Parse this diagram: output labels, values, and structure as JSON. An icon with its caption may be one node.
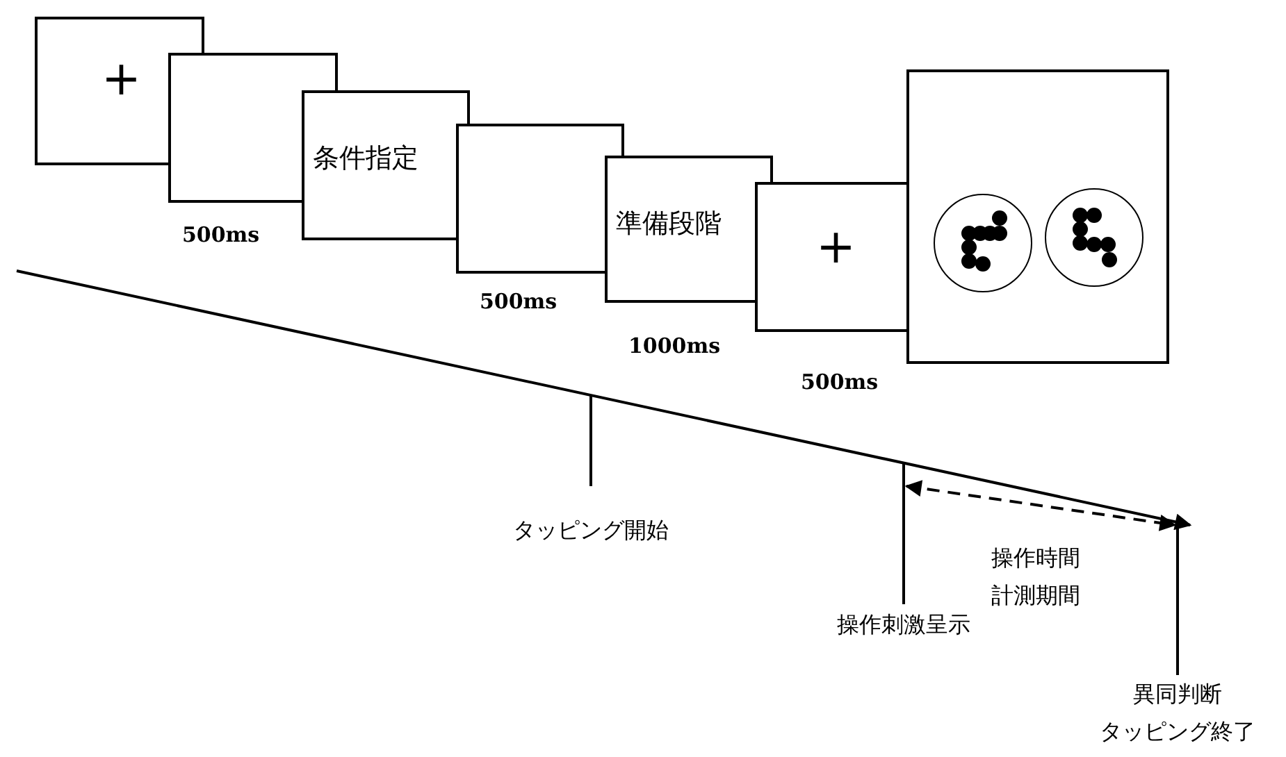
{
  "diagram": {
    "nodes": [
      {
        "text": [
          "+"
        ]
      },
      {
        "text": [],
        "shape": "box",
        "beside": [
          "500ms"
        ]
      },
      {
        "text": [
          "条件指定"
        ]
      },
      {
        "text": [],
        "shape": "box",
        "beside": [
          "500ms"
        ]
      },
      {
        "text": [
          "準備段階"
        ],
        "beside": [
          "1000ms"
        ]
      },
      {
        "text": [
          "+"
        ],
        "beside": [
          "500ms"
        ]
      },
      {
        "text": [],
        "shape": "box"
      },
      {
        "text": [
          "操作刺激呈示"
        ]
      },
      {
        "text": [
          "異同判断",
          "タッピング終了"
        ]
      }
    ],
    "edges": [
      {
        "from": 7,
        "to": 8,
        "arrow": "both",
        "style": "dashed",
        "label": "操作時間計測期間"
      }
    ],
    "labels": [
      "タッピング開始"
    ]
  }
}
